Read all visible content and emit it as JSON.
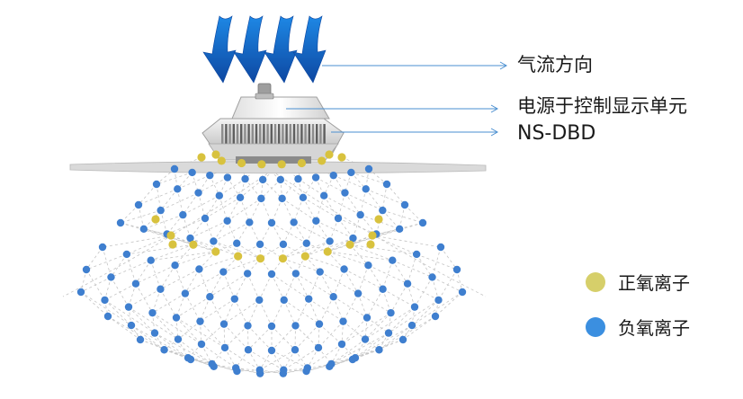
{
  "labels": {
    "airflow": "气流方向",
    "control_unit": "电源于控制显示单元",
    "device": "NS-DBD"
  },
  "legend": {
    "positive": {
      "label": "正氧离子",
      "color": "#d6cf6a"
    },
    "negative": {
      "label": "负氧离子",
      "color": "#3b8fe0"
    }
  },
  "colors": {
    "arrow": "#1565b8",
    "positive_dot": "#d8c23e",
    "negative_dot": "#3f7fcf",
    "leader_line": "#4a8fd0",
    "net_line": "#bcbcbc"
  },
  "icons": [
    "downward-arrow-icon",
    "ion-dot-icon",
    "leader-arrow-icon"
  ]
}
